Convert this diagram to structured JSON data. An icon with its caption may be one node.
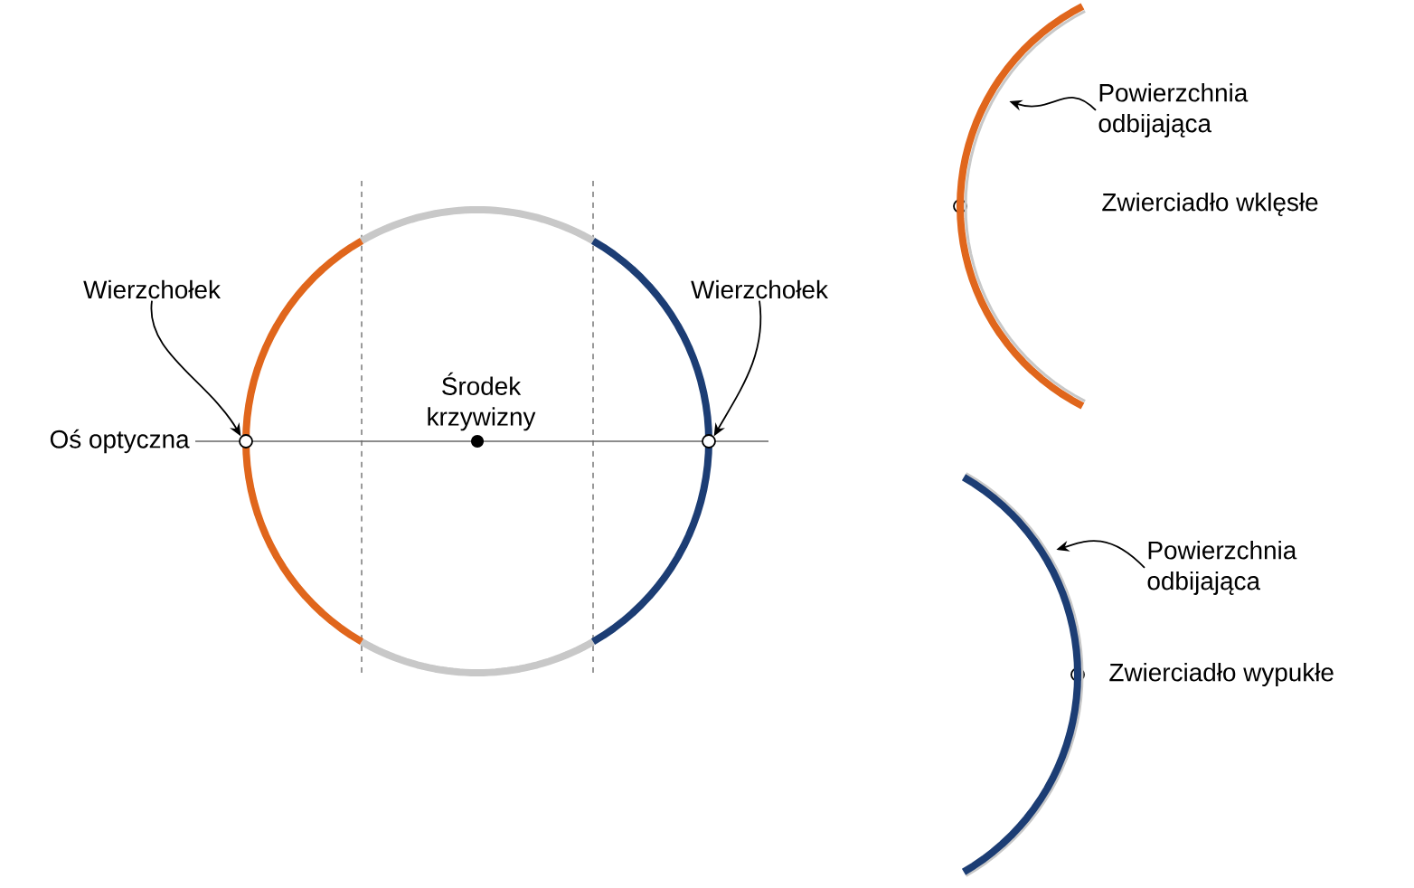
{
  "diagram": {
    "nodes": [
      {
        "text": [
          "Wierzchołek"
        ]
      },
      {
        "text": [],
        "shape": "circle"
      },
      {
        "text": [
          "Wierzchołek"
        ]
      },
      {
        "text": [],
        "shape": "circle"
      },
      {
        "text": [
          "Powierzchnia odbijająca"
        ]
      },
      {
        "text": [
          "Powierzchnia odbijająca"
        ]
      },
      {
        "text": [],
        "shape": "arc"
      },
      {
        "text": [],
        "shape": "arc"
      }
    ],
    "edges": [
      {
        "from": 0,
        "to": 1,
        "arrow": "to"
      },
      {
        "from": 2,
        "to": 3,
        "arrow": "to"
      },
      {
        "from": 4,
        "to": 6,
        "arrow": "to"
      },
      {
        "from": 5,
        "to": 7,
        "arrow": "to"
      }
    ],
    "labels": [
      "Oś optyczna",
      "Środek krzywizny",
      "Zwierciadło wklęsłe",
      "Zwierciadło wypukłe"
    ]
  }
}
